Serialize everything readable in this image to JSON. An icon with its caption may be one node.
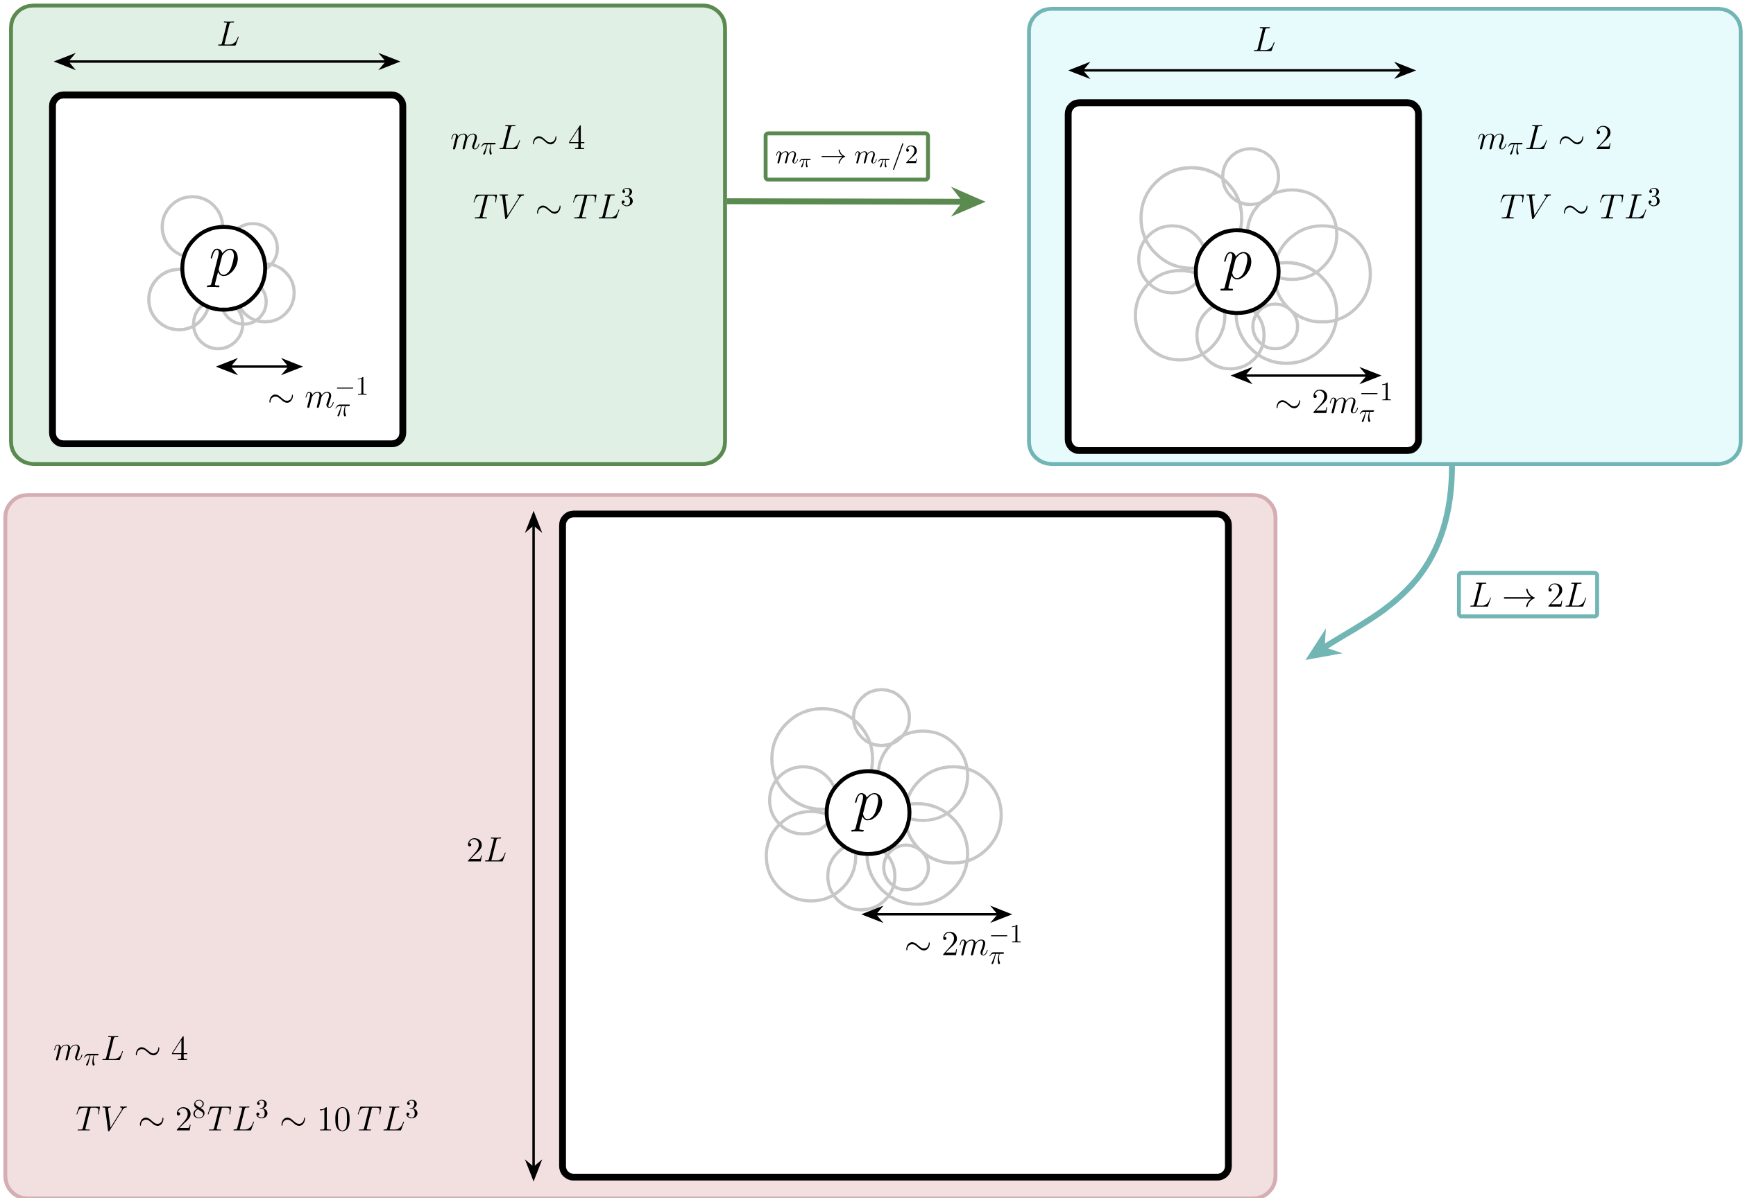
{
  "diagram": {
    "nodes": [
      {
        "text": [
          "m_\\pi L \\sim 4",
          "TV \\sim TL^3"
        ]
      },
      {
        "text": [],
        "shape": "box",
        "in": 0
      },
      {
        "text": [
          "p"
        ],
        "in": 1
      },
      {
        "text": [
          "m_\\pi L \\sim 2",
          "TV \\sim TL^3"
        ]
      },
      {
        "text": [],
        "shape": "box",
        "in": 3
      },
      {
        "text": [
          "p"
        ],
        "in": 4
      },
      {
        "text": [
          "m_\\pi L \\sim 4",
          "TV \\sim 2^8 TL^3 \\sim 10\\,TL^3"
        ]
      },
      {
        "text": [],
        "shape": "box",
        "in": 6
      },
      {
        "text": [
          "p"
        ],
        "in": 7
      }
    ],
    "edges": [
      {
        "from": 0,
        "to": 3,
        "arrow": "to",
        "label": "m_\\pi \\to m_\\pi/2",
        "color": "#5b8a50"
      },
      {
        "from": 3,
        "to": 6,
        "arrow": "to",
        "label": "L \\to 2L",
        "color": "#72b5b5"
      }
    ],
    "labels": [
      "L",
      "\\sim m_\\pi^{-1}",
      "L",
      "\\sim 2m_\\pi^{-1}",
      "2L",
      "\\sim 2m_\\pi^{-1}"
    ]
  }
}
